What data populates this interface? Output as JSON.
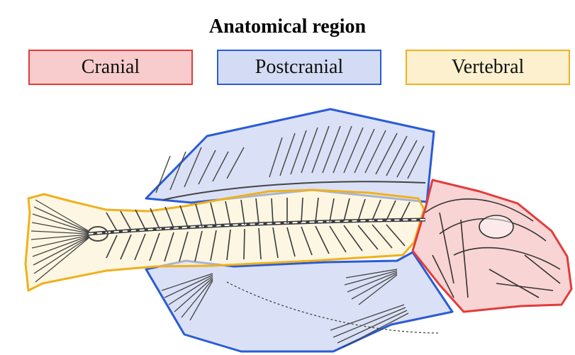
{
  "title": "Anatomical region",
  "legend": [
    {
      "label": "Cranial",
      "fill": "#f8cccc",
      "stroke": "#e23b3b"
    },
    {
      "label": "Postcranial",
      "fill": "#d3dcf4",
      "stroke": "#2a5bd6"
    },
    {
      "label": "Vertebral",
      "fill": "#fcf0cf",
      "stroke": "#efb11e"
    }
  ],
  "figure": {
    "subject": "fish skeleton",
    "regions": [
      "cranial",
      "postcranial-dorsal",
      "postcranial-ventral",
      "vertebral"
    ]
  }
}
